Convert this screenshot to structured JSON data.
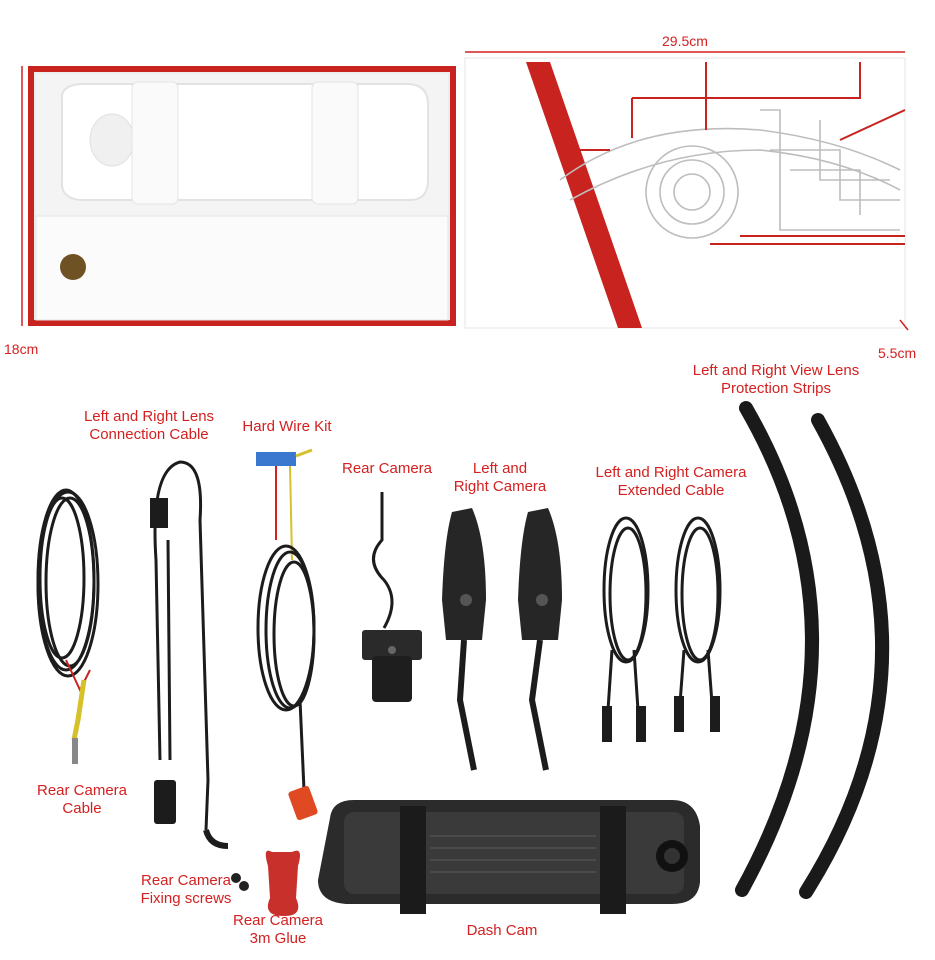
{
  "dimensions": {
    "width_label": "29.5cm",
    "height_label": "18cm",
    "depth_label": "5.5cm"
  },
  "components": {
    "rear_camera_cable": {
      "line1": "Rear Camera",
      "line2": "Cable"
    },
    "lens_connection_cable": {
      "line1": "Left and Right Lens",
      "line2": "Connection Cable"
    },
    "hard_wire_kit": {
      "line1": "Hard Wire Kit"
    },
    "rear_camera": {
      "line1": "Rear Camera"
    },
    "left_right_camera": {
      "line1": "Left and",
      "line2": "Right Camera"
    },
    "camera_extended_cable": {
      "line1": "Left and Right Camera",
      "line2": "Extended Cable"
    },
    "protection_strips": {
      "line1": "Left and Right View Lens",
      "line2": "Protection Strips"
    },
    "fixing_screws": {
      "line1": "Rear Camera",
      "line2": "Fixing screws"
    },
    "glue": {
      "line1": "Rear Camera",
      "line2": "3m Glue"
    },
    "dash_cam": {
      "line1": "Dash Cam"
    }
  },
  "colors": {
    "label": "#d42020",
    "box_red": "#c8231f",
    "cable": "#1c1c1c"
  }
}
